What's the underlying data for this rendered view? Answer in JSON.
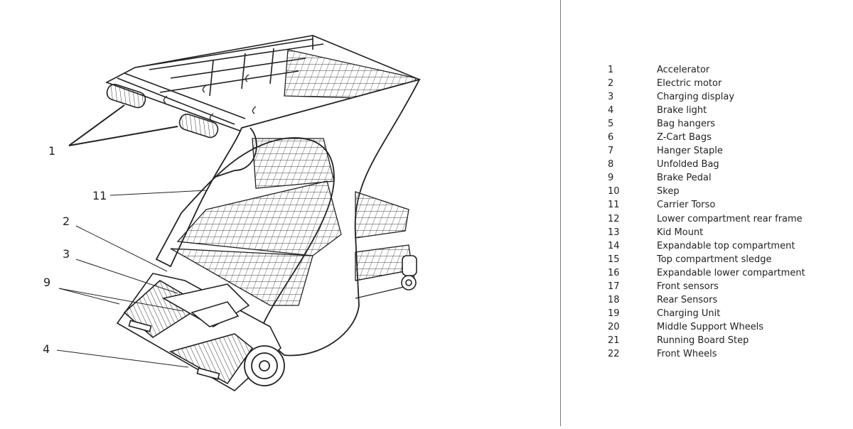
{
  "callouts": [
    {
      "id": "c1",
      "text": "1"
    },
    {
      "id": "c11",
      "text": "11"
    },
    {
      "id": "c2",
      "text": "2"
    },
    {
      "id": "c3",
      "text": "3"
    },
    {
      "id": "c9",
      "text": "9"
    },
    {
      "id": "c4",
      "text": "4"
    }
  ],
  "legend": [
    {
      "num": "1",
      "label": "Accelerator"
    },
    {
      "num": "2",
      "label": "Electric motor"
    },
    {
      "num": "3",
      "label": "Charging display"
    },
    {
      "num": "4",
      "label": "Brake light"
    },
    {
      "num": "5",
      "label": "Bag hangers"
    },
    {
      "num": "6",
      "label": "Z-Cart Bags"
    },
    {
      "num": "7",
      "label": "Hanger Staple"
    },
    {
      "num": "8",
      "label": "Unfolded Bag"
    },
    {
      "num": "9",
      "label": "Brake Pedal"
    },
    {
      "num": "10",
      "label": "Skep"
    },
    {
      "num": "11",
      "label": "Carrier Torso"
    },
    {
      "num": "12",
      "label": "Lower compartment rear frame"
    },
    {
      "num": "13",
      "label": "Kid Mount"
    },
    {
      "num": "14",
      "label": "Expandable top compartment"
    },
    {
      "num": "15",
      "label": "Top compartment sledge"
    },
    {
      "num": "16",
      "label": "Expandable lower compartment"
    },
    {
      "num": "17",
      "label": "Front sensors"
    },
    {
      "num": "18",
      "label": "Rear Sensors"
    },
    {
      "num": "19",
      "label": "Charging Unit"
    },
    {
      "num": "20",
      "label": "Middle Support Wheels"
    },
    {
      "num": "21",
      "label": "Running Board Step"
    },
    {
      "num": "22",
      "label": "Front Wheels"
    }
  ]
}
